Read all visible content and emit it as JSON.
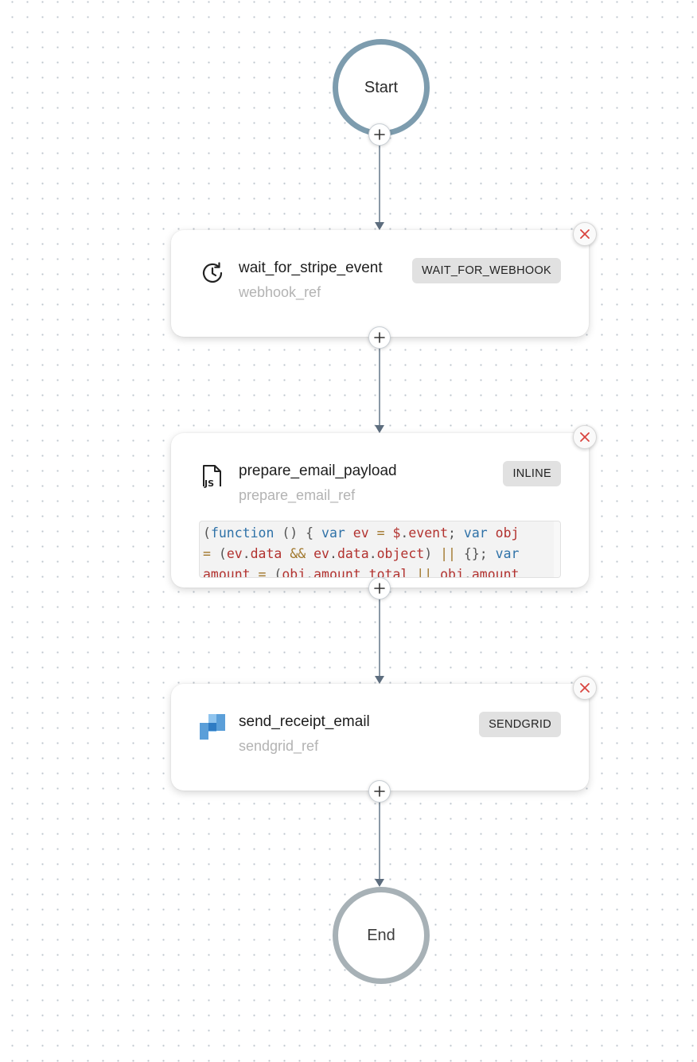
{
  "start": {
    "label": "Start"
  },
  "end": {
    "label": "End"
  },
  "tasks": [
    {
      "name": "wait_for_stripe_event",
      "ref": "webhook_ref",
      "type": "WAIT_FOR_WEBHOOK",
      "icon": "clock-icon"
    },
    {
      "name": "prepare_email_payload",
      "ref": "prepare_email_ref",
      "type": "INLINE",
      "icon": "javascript-file-icon",
      "code_lines": [
        "(function () { var ev = $.event; var obj",
        "= (ev.data && ev.data.object) || {}; var",
        "amount = (obj.amount_total || obj.amount"
      ]
    },
    {
      "name": "send_receipt_email",
      "ref": "sendgrid_ref",
      "type": "SENDGRID",
      "icon": "sendgrid-icon"
    }
  ],
  "colors": {
    "start_ring": "#7d9cae",
    "end_ring": "#a7b1b6",
    "remove_icon": "#d9443f",
    "sendgrid_blue": "#5b9fd9"
  }
}
